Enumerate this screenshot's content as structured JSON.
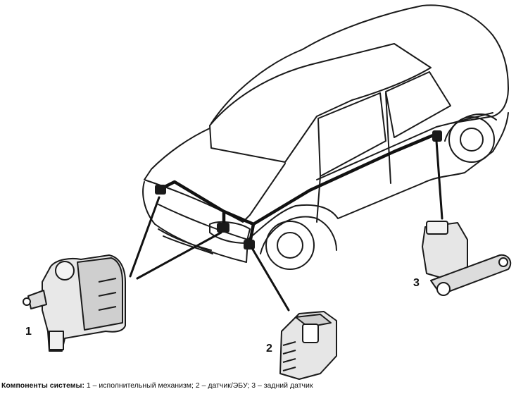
{
  "figure": {
    "callouts": {
      "actuator": "1",
      "sensor_ecu": "2",
      "rear_sensor": "3"
    },
    "caption": {
      "lead": "Компоненты системы:",
      "text": " 1 – исполнительный механизм; 2 – датчик/ЭБУ; 3 – задний датчик"
    }
  },
  "colors": {
    "ink": "#1a1a1a",
    "paper": "#ffffff",
    "shade": "#d9d9d9"
  }
}
